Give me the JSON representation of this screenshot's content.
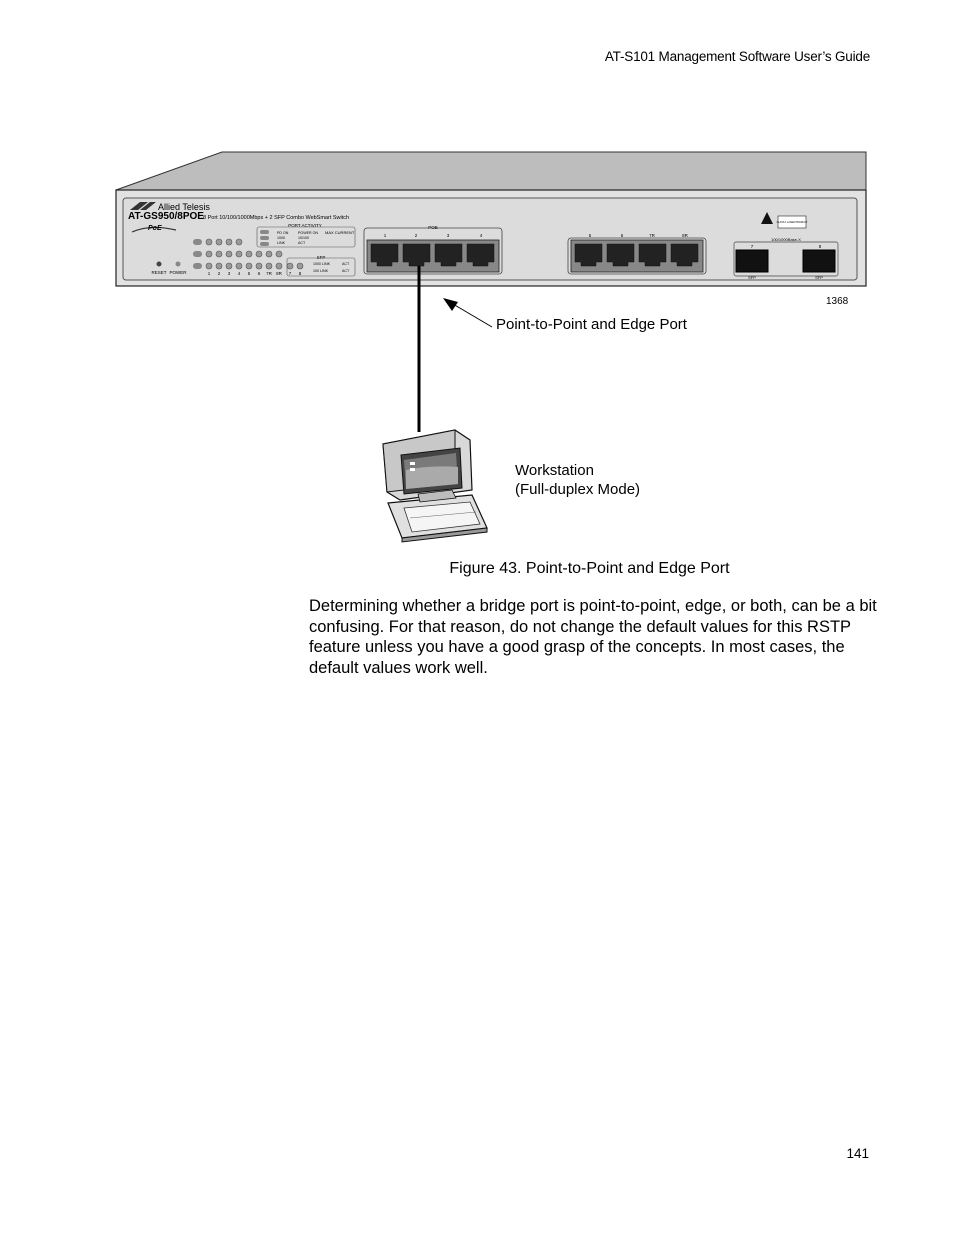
{
  "header": {
    "guide_title": "AT-S101 Management Software User’s Guide"
  },
  "figure": {
    "figure_number": "1368",
    "switch": {
      "brand": "Allied Telesis",
      "model": "AT-GS950/8POE",
      "description": "8 Port 10/100/1000Mbps + 2 SFP Combo WebSmart Switch",
      "poe_logo": "PoE",
      "port_activity_label": "PORT ACTIVITY",
      "max_current_label": "MAX CURRENT",
      "poe_group_label": "POE",
      "sfp_group_label": "SFP",
      "sfp_speed_label": "100/1000Base-X",
      "reset_label": "RESET",
      "power_label": "POWER",
      "port_numbers_left": [
        "1",
        "2",
        "3",
        "4"
      ],
      "port_numbers_right": [
        "5",
        "6",
        "7R",
        "8R"
      ],
      "sfp_numbers": [
        "7",
        "8"
      ],
      "sfp_slot_label": "SFP",
      "led_numbers": [
        "1",
        "2",
        "3",
        "4",
        "5",
        "6",
        "7R",
        "8R",
        "7",
        "8"
      ],
      "legend_lines": [
        "PD ON",
        "POWER ON",
        "1000",
        "10/100",
        "LINK",
        "ACT"
      ],
      "sfp_legend": [
        "1000 LINK",
        "ACT",
        "100 LINK",
        "ACT"
      ],
      "class_label": "CLASS 1 LASER PRODUCT"
    },
    "callout_port": "Point-to-Point and Edge Port",
    "callout_workstation_line1": "Workstation",
    "callout_workstation_line2": "(Full-duplex Mode)"
  },
  "caption": "Figure 43. Point-to-Point and Edge Port",
  "body_paragraph": "Determining whether a bridge port is point-to-point, edge, or both, can be a bit confusing. For that reason, do not change the default values for this RSTP feature unless you have a good grasp of the concepts. In most cases, the default values work well.",
  "page_number": "141"
}
